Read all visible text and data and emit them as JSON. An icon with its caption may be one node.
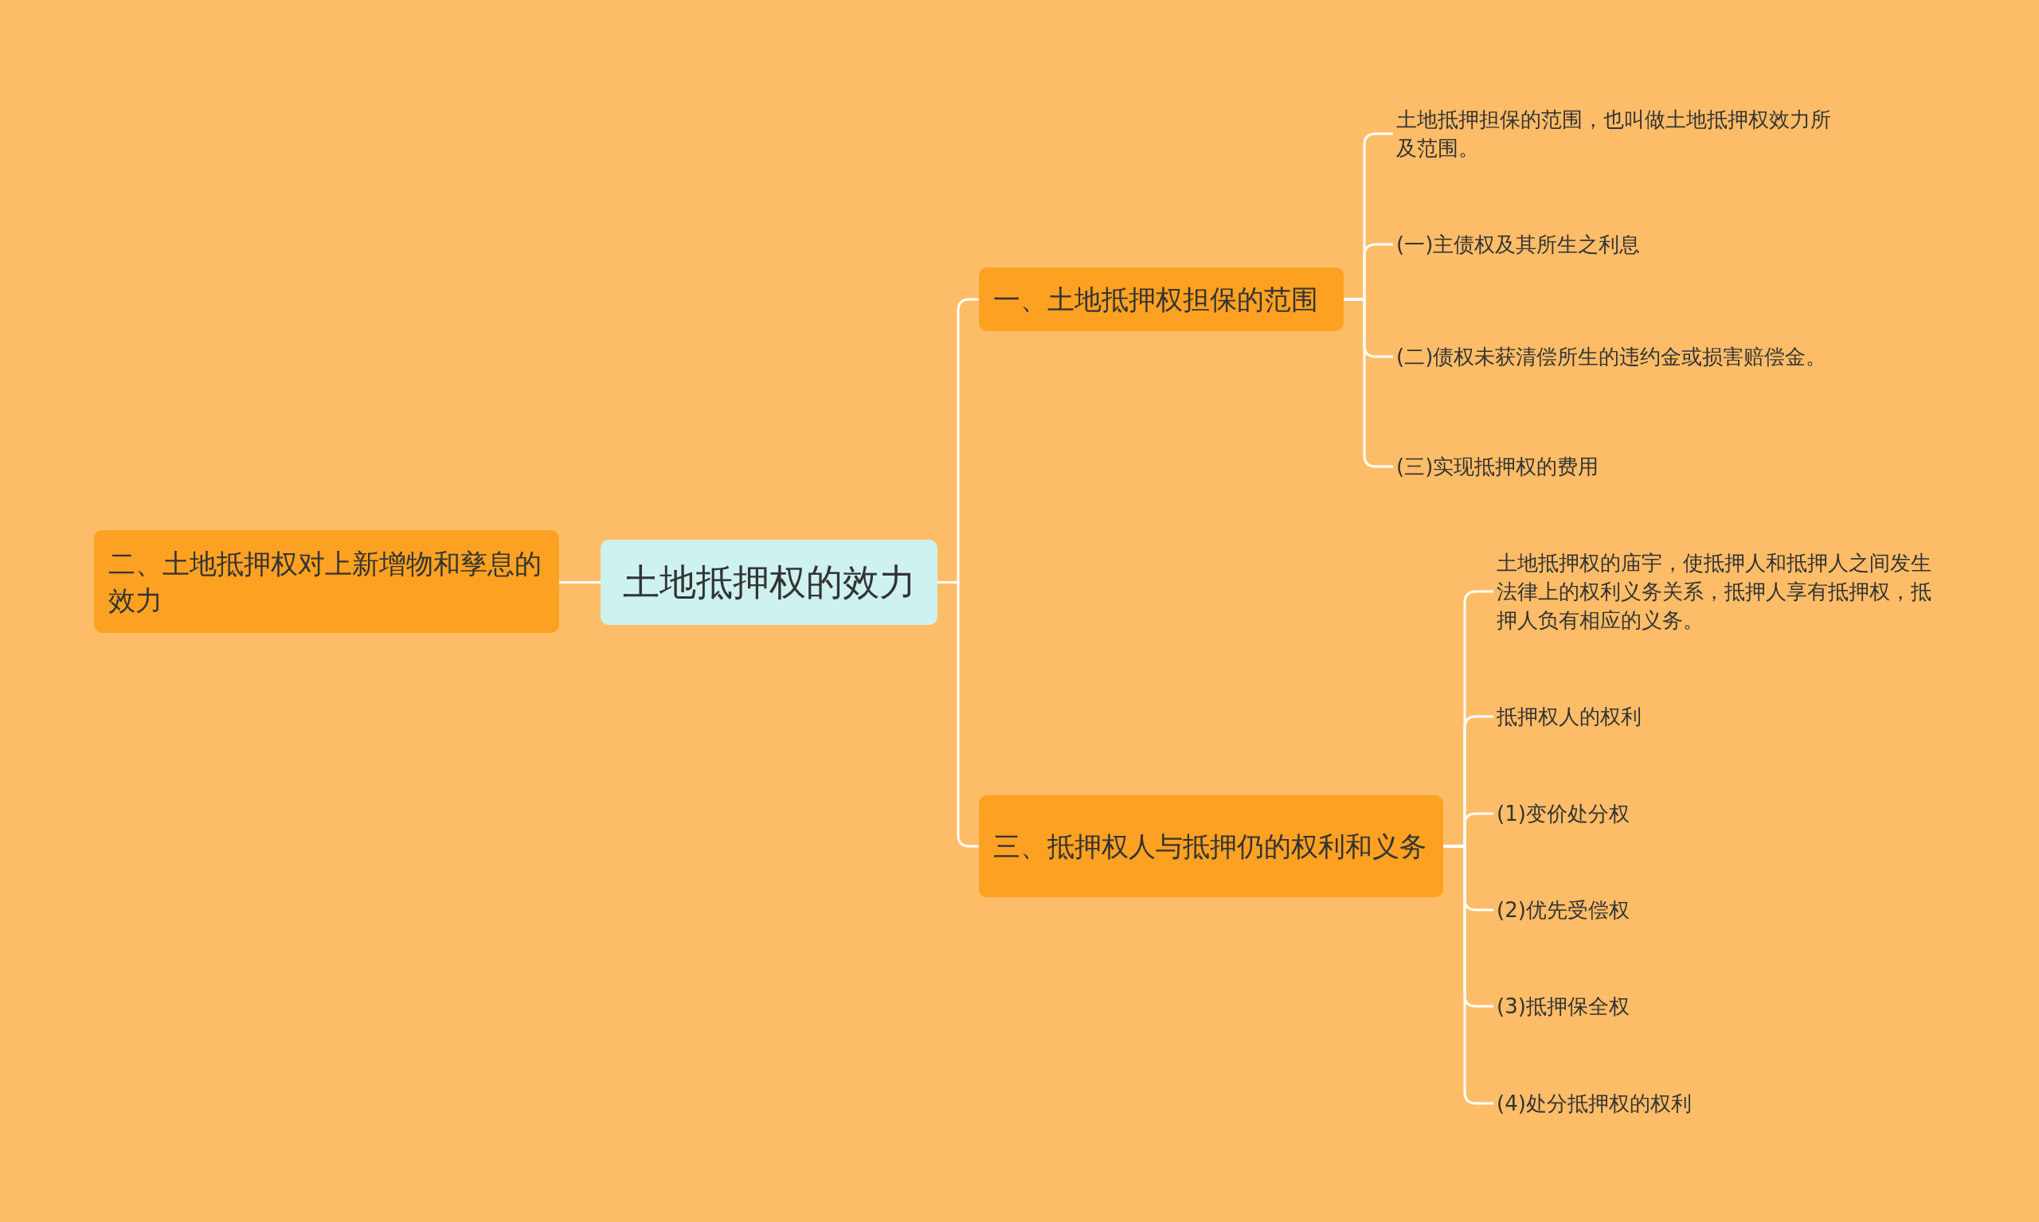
{
  "diagram": {
    "nodes": [
      {
        "text": [
          "土地抵押权的效力"
        ]
      },
      {
        "text": [
          "二、土地抵押权对上新增物和孳息的效力"
        ]
      },
      {
        "text": [
          "一、土地抵押权担保的范围"
        ]
      },
      {
        "text": [
          "土地抵押担保的范围，也叫做土地抵押权效力所及范围。"
        ]
      },
      {
        "text": [
          "(一)主债权及其所生之利息"
        ]
      },
      {
        "text": [
          "(二)债权未获清偿所生的违约金或损害赔偿金。"
        ]
      },
      {
        "text": [
          "(三)实现抵押权的费用"
        ]
      },
      {
        "text": [
          "三、抵押权人与抵押仍的权利和义务"
        ]
      },
      {
        "text": [
          "土地抵押权的庙宇，使抵押人和抵押人之间发生法律上的权利义务关系，抵押人享有抵押权，抵押人负有相应的义务。"
        ]
      },
      {
        "text": [
          "抵押权人的权利"
        ]
      },
      {
        "text": [
          "(1)变价处分权"
        ]
      },
      {
        "text": [
          "(2)优先受偿权"
        ]
      },
      {
        "text": [
          "(3)抵押保全权"
        ]
      },
      {
        "text": [
          "(4)处分抵押权的权利"
        ]
      }
    ],
    "edges": [
      {
        "from": 0,
        "to": 1,
        "arrow": "none"
      },
      {
        "from": 0,
        "to": 2,
        "arrow": "none"
      },
      {
        "from": 2,
        "to": 3,
        "arrow": "none"
      },
      {
        "from": 2,
        "to": 4,
        "arrow": "none"
      },
      {
        "from": 2,
        "to": 5,
        "arrow": "none"
      },
      {
        "from": 2,
        "to": 6,
        "arrow": "none"
      },
      {
        "from": 0,
        "to": 7,
        "arrow": "none"
      },
      {
        "from": 7,
        "to": 8,
        "arrow": "none"
      },
      {
        "from": 7,
        "to": 9,
        "arrow": "none"
      },
      {
        "from": 7,
        "to": 10,
        "arrow": "none"
      },
      {
        "from": 7,
        "to": 11,
        "arrow": "none"
      },
      {
        "from": 7,
        "to": 12,
        "arrow": "none"
      },
      {
        "from": 7,
        "to": 13,
        "arrow": "none"
      }
    ]
  }
}
